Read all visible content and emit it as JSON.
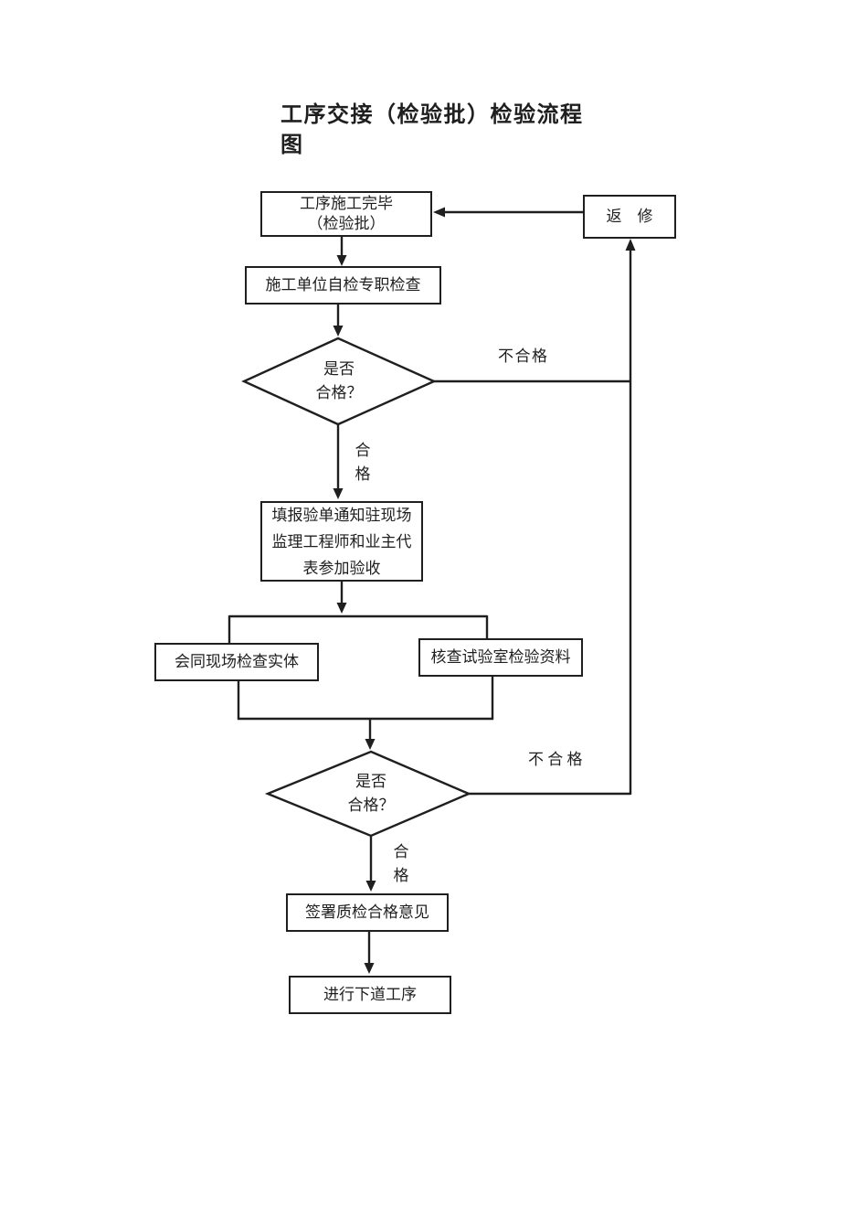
{
  "page": {
    "title": "工序交接（检验批）检验流程\n图",
    "background_color": "#ffffff",
    "ink_color": "#1f1f1f"
  },
  "flowchart": {
    "nodes": {
      "start": {
        "shape": "rect",
        "label": "工序施工完毕\n（检验批）"
      },
      "repair": {
        "shape": "rect",
        "label": "返　修"
      },
      "self_check": {
        "shape": "rect",
        "label": "施工单位自检专职检查"
      },
      "decision_1": {
        "shape": "diamond",
        "label": "是否\n合格？"
      },
      "notify": {
        "shape": "rect",
        "label": "填报验单通知驻现场\n监理工程师和业主代\n表参加验收"
      },
      "entity_check": {
        "shape": "rect",
        "label": "会同现场检查实体"
      },
      "lab_check": {
        "shape": "rect",
        "label": "核查试验室检验资料"
      },
      "decision_2": {
        "shape": "diamond",
        "label": "是否\n合格？"
      },
      "sign_opinion": {
        "shape": "rect",
        "label": "签署质检合格意见"
      },
      "next_process": {
        "shape": "rect",
        "label": "进行下道工序"
      }
    },
    "edge_labels": {
      "decision_1_fail": "不合格",
      "decision_1_pass": "合\n格",
      "decision_2_fail": "不 合 格",
      "decision_2_pass": "合\n格"
    }
  }
}
